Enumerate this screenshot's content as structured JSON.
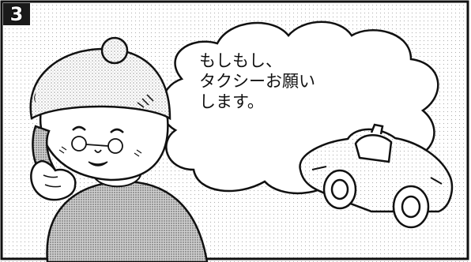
{
  "panel": {
    "number": "3",
    "speech_lines": [
      "もしもし、",
      "タクシーお願い",
      "します。"
    ]
  },
  "colors": {
    "ink": "#111111",
    "badge": "#1a1a1a",
    "background": "#ffffff",
    "halftone": "#c8c8c8"
  },
  "icons": {
    "character": "elderly-woman-on-phone",
    "vehicle": "taxi-car"
  }
}
